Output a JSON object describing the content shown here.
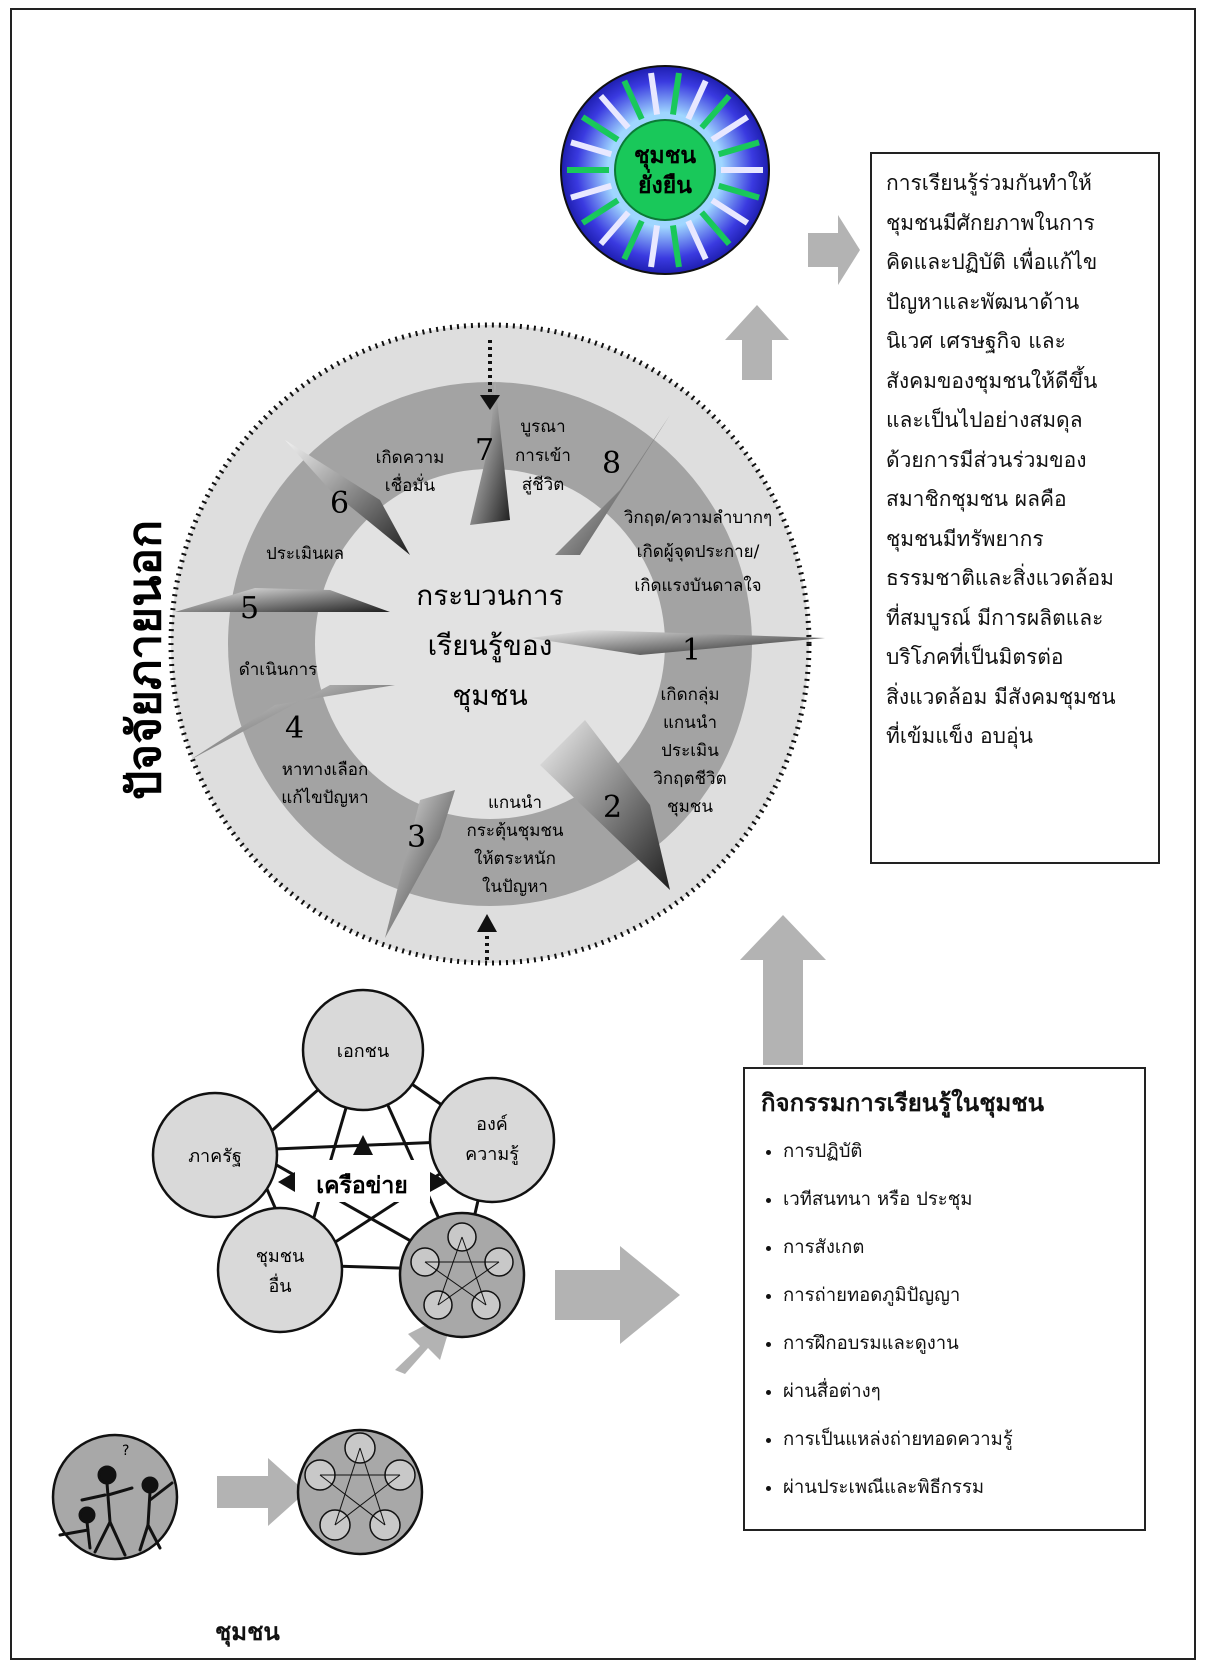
{
  "external_factor": "ปัจจัยภายนอก",
  "sustainable": {
    "line1": "ชุมชน",
    "line2": "ยั่งยืน"
  },
  "result_text": "การเรียนรู้ร่วมกันทำให้\nชุมชนมีศักยภาพในการ\nคิดและปฏิบัติ เพื่อแก้ไข\nปัญหาและพัฒนาด้าน\nนิเวศ เศรษฐกิจ และ\nสังคมของชุมชนให้ดีขึ้น\nและเป็นไปอย่างสมดุล\nด้วยการมีส่วนร่วมของ\nสมาชิกชุมชน ผลคือ\nชุมชนมีทรัพยากร\nธรรมชาติและสิ่งแวดล้อม\nที่สมบูรณ์ มีการผลิตและ\nบริโภคที่เป็นมิตรต่อ\nสิ่งแวดล้อม มีสังคมชุมชน\nที่เข้มแข็ง อบอุ่น",
  "center": {
    "line1": "กระบวนการ",
    "line2": "เรียนรู้ของ",
    "line3": "ชุมชน"
  },
  "steps": [
    {
      "num": "1",
      "lines": [
        "เกิดกลุ่ม",
        "แกนนำ",
        "ประเมิน",
        "วิกฤตชีวิต",
        "ชุมชน"
      ]
    },
    {
      "num": "2",
      "lines": [
        "แกนนำ",
        "กระตุ้นชุมชน",
        "ให้ตระหนัก",
        "ในปัญหา"
      ]
    },
    {
      "num": "3",
      "lines": []
    },
    {
      "num": "4",
      "lines": [
        "หาทางเลือก",
        "แก้ไขปัญหา"
      ]
    },
    {
      "num": "5",
      "lines": [
        "ดำเนินการ"
      ]
    },
    {
      "num": "6",
      "lines": [
        "ประเมินผล"
      ]
    },
    {
      "num": "7",
      "lines": [
        "เกิดความ",
        "เชื่อมั่น"
      ]
    },
    {
      "num": "8",
      "lines": [
        "บูรณา",
        "การเข้า",
        "สู่ชีวิต"
      ]
    }
  ],
  "step8_text": [
    "วิกฤต/ความลำบากๆ",
    "เกิดผู้จุดประกาย/",
    "เกิดแรงบันดาลใจ"
  ],
  "network": {
    "nodes": {
      "private": "เอกชน",
      "state": "ภาครัฐ",
      "knowledge_line1": "องค์",
      "knowledge_line2": "ความรู้",
      "other_line1": "ชุมชน",
      "other_line2": "อื่น"
    },
    "label": "เครือข่าย"
  },
  "activities": {
    "title": "กิจกรรมการเรียนรู้ในชุมชน",
    "items": [
      "การปฏิบัติ",
      "เวทีสนทนา หรือ ประชุม",
      "การสังเกต",
      "การถ่ายทอดภูมิปัญญา",
      "การฝึกอบรมและดูงาน",
      "ผ่านสื่อต่างๆ",
      "การเป็นแหล่งถ่ายทอดความรู้",
      "ผ่านประเพณีและพิธีกรรม"
    ]
  },
  "footer_label": "ชุมชน",
  "colors": {
    "ring_dark": "#9a9a9a",
    "ring_light": "#dcdcdc",
    "arrow": "#b3b3b3",
    "node": "#d9d9d9",
    "globe_blue": "#2f2fd0",
    "globe_green": "#19c85a"
  }
}
